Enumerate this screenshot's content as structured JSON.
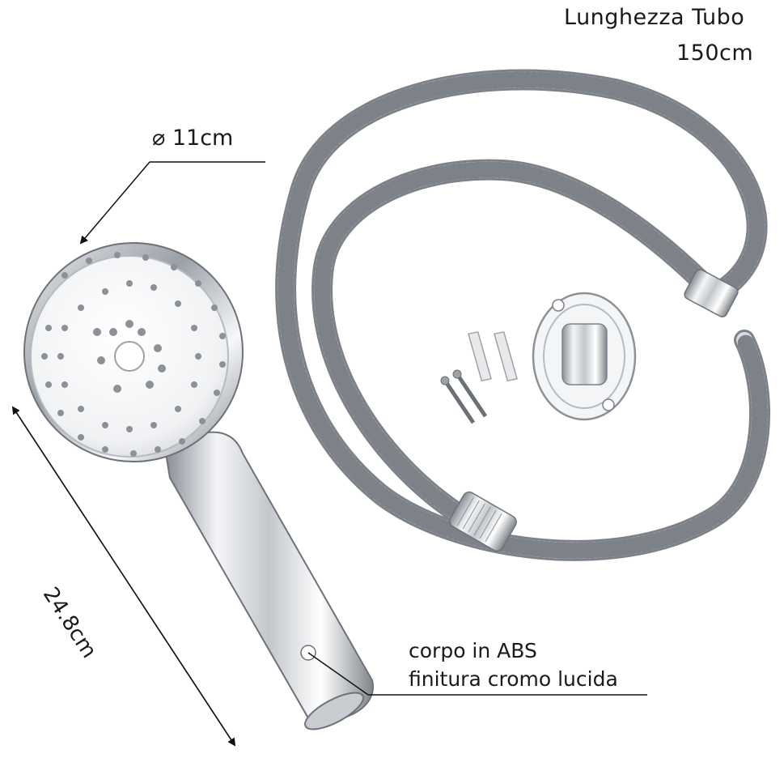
{
  "hose": {
    "title": "Lunghezza  Tubo",
    "value": "150cm"
  },
  "head_diameter": "⌀  11cm",
  "handle_length": "24.8cm",
  "material": {
    "line1": "corpo  in  ABS",
    "line2": "finitura cromo lucida"
  },
  "colors": {
    "chrome_light": "#f2f3f5",
    "chrome_mid": "#b9bdc3",
    "chrome_dark": "#6d7278",
    "nozzle": "#8c9097"
  }
}
